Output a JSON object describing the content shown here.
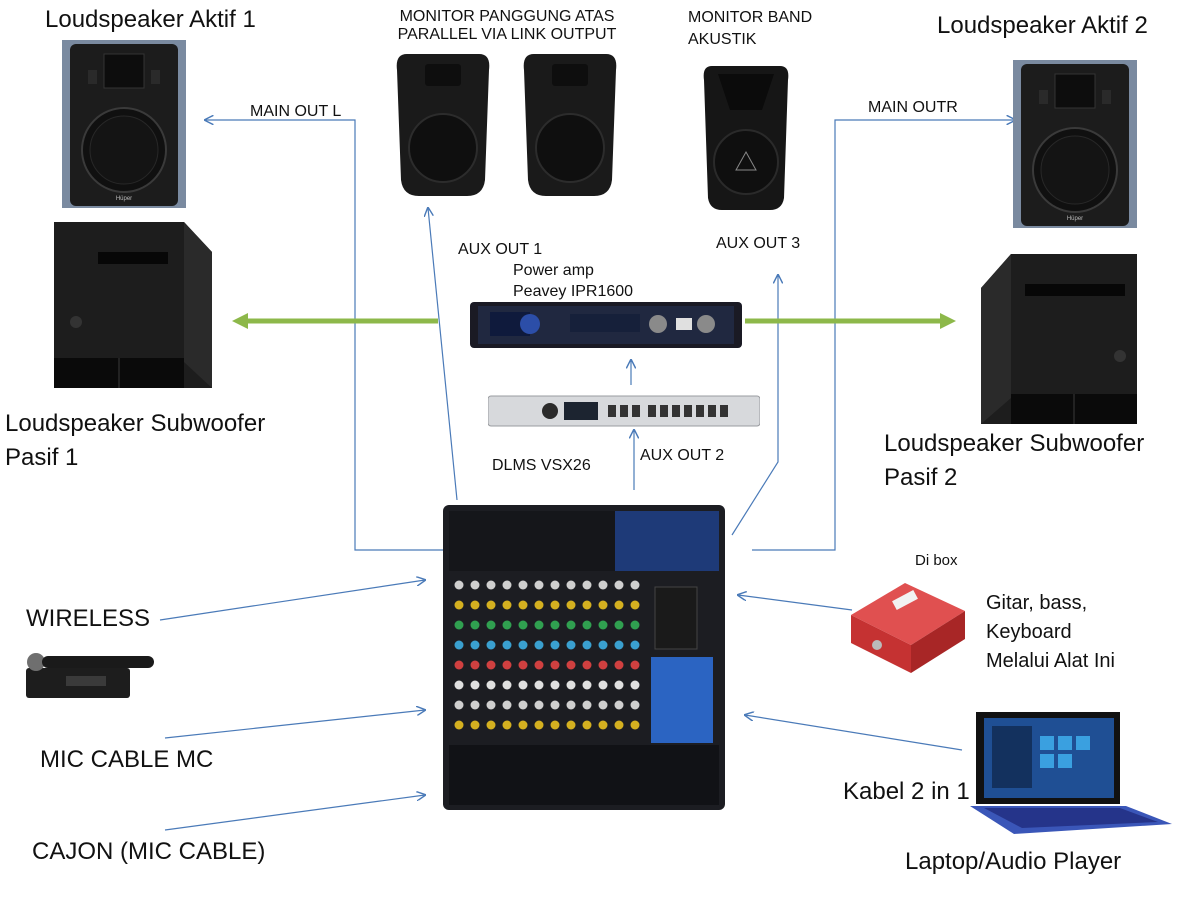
{
  "speakers": {
    "active_1": "Loudspeaker Aktif 1",
    "active_2": "Loudspeaker Aktif 2",
    "sub_1": [
      "Loudspeaker Subwoofer",
      "Pasif 1"
    ],
    "sub_2": [
      "Loudspeaker Subwoofer",
      "Pasif 2"
    ]
  },
  "monitors": {
    "stage_top": [
      "MONITOR PANGGUNG ATAS",
      "PARALLEL VIA LINK OUTPUT"
    ],
    "band": [
      "MONITOR BAND",
      "AKUSTIK"
    ]
  },
  "outputs": {
    "main_l": "MAIN OUT L",
    "main_r": "MAIN OUTR",
    "aux_1": "AUX OUT 1",
    "aux_2": "AUX OUT 2",
    "aux_3": "AUX OUT 3"
  },
  "power_amp": [
    "Power amp",
    "Peavey IPR1600"
  ],
  "processor": "DLMS VSX26",
  "inputs": {
    "wireless": "WIRELESS",
    "mic_mc": "MIC CABLE MC",
    "cajon": "CAJON (MIC CABLE)",
    "di_box": "Di box",
    "instruments": [
      "Gitar, bass,",
      "Keyboard",
      "Melalui Alat Ini"
    ],
    "cable": "Kabel 2 in 1",
    "laptop": "Laptop/Audio Player"
  },
  "colors": {
    "wire": "#4a7ab8",
    "power_arrow": "#8db84a",
    "di_box": "#d83030",
    "laptop_accent": "#3a56b8"
  }
}
